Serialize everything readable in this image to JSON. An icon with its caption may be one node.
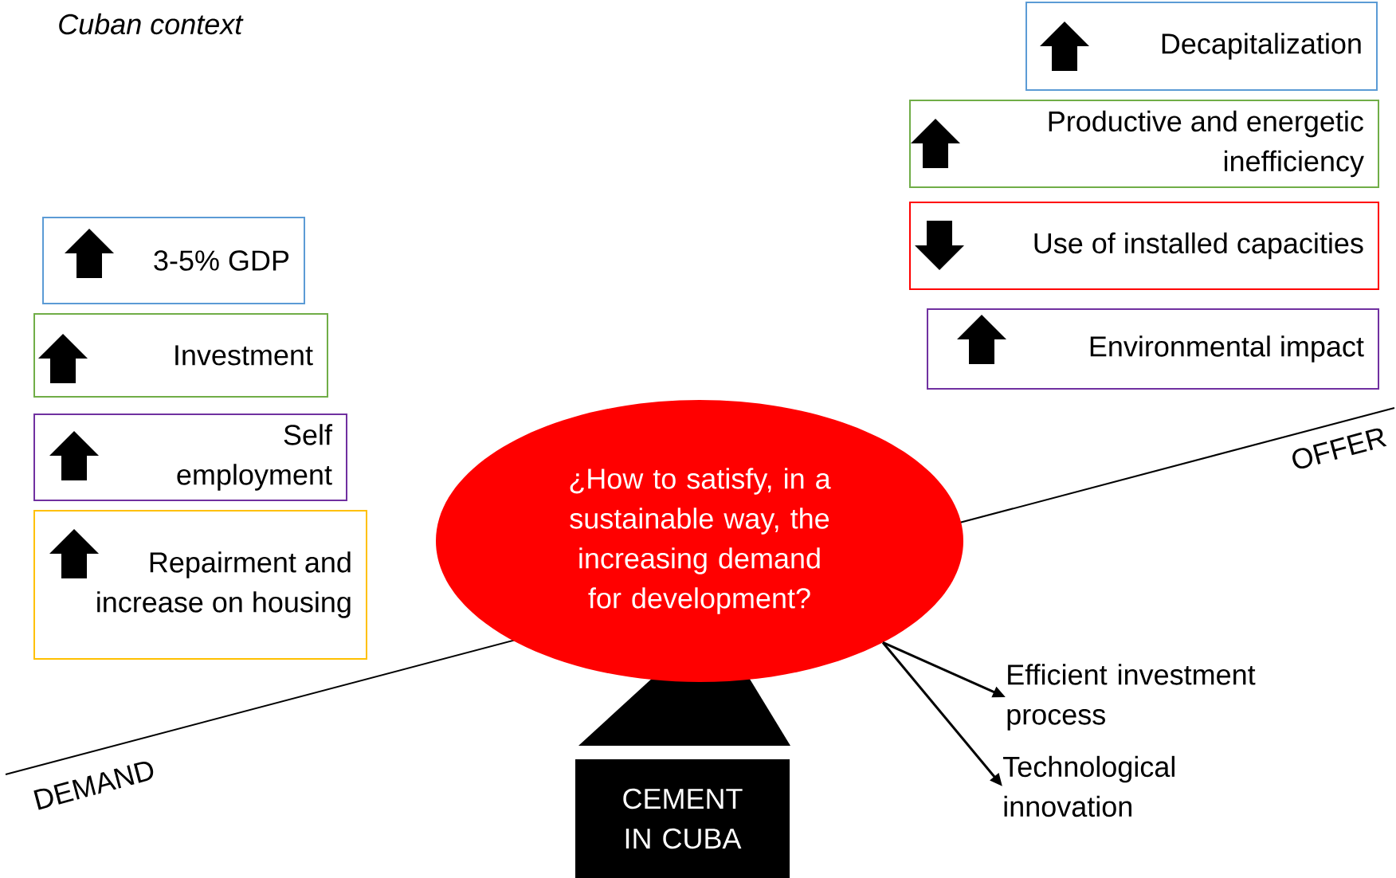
{
  "diagram": {
    "title": "*Cuban context*",
    "nodes": [
      {
        "text": [
          "3-5% GDP"
        ]
      },
      {
        "text": [
          "Investment"
        ]
      },
      {
        "text": [
          "Self employment"
        ]
      },
      {
        "text": [
          "Repairment and increase on housing"
        ]
      },
      {
        "text": [
          "Decapitalization"
        ]
      },
      {
        "text": [
          "Productive and energetic inefficiency"
        ]
      },
      {
        "text": [
          "Use of installed capacities"
        ]
      },
      {
        "text": [
          "Environmental impact"
        ]
      },
      {
        "text": [
          "¿How to satisfy, in a sustainable way, the increasing demand for development?"
        ]
      },
      {
        "text": [
          "CEMENT IN CUBA"
        ]
      },
      {
        "text": [
          "Efficient investment process"
        ]
      },
      {
        "text": [
          "Technological innovation"
        ]
      }
    ],
    "edges": [
      {
        "from": 8,
        "to": 10,
        "arrow": "to"
      },
      {
        "from": 8,
        "to": 11,
        "arrow": "to"
      }
    ],
    "labels": [
      "DEMAND",
      "OFFER"
    ]
  }
}
